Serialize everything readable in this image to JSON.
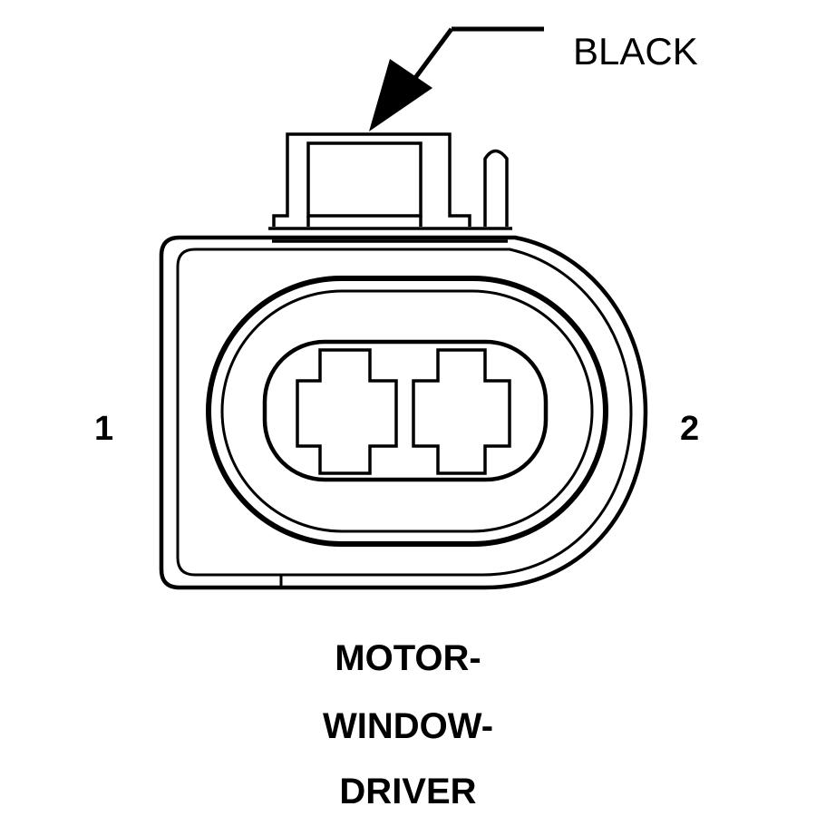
{
  "connector": {
    "color": "BLACK",
    "pins": [
      "1",
      "2"
    ],
    "name_lines": [
      "MOTOR-",
      "WINDOW-",
      "DRIVER"
    ]
  },
  "colors": {
    "stroke": "#000000",
    "background": "#ffffff"
  }
}
